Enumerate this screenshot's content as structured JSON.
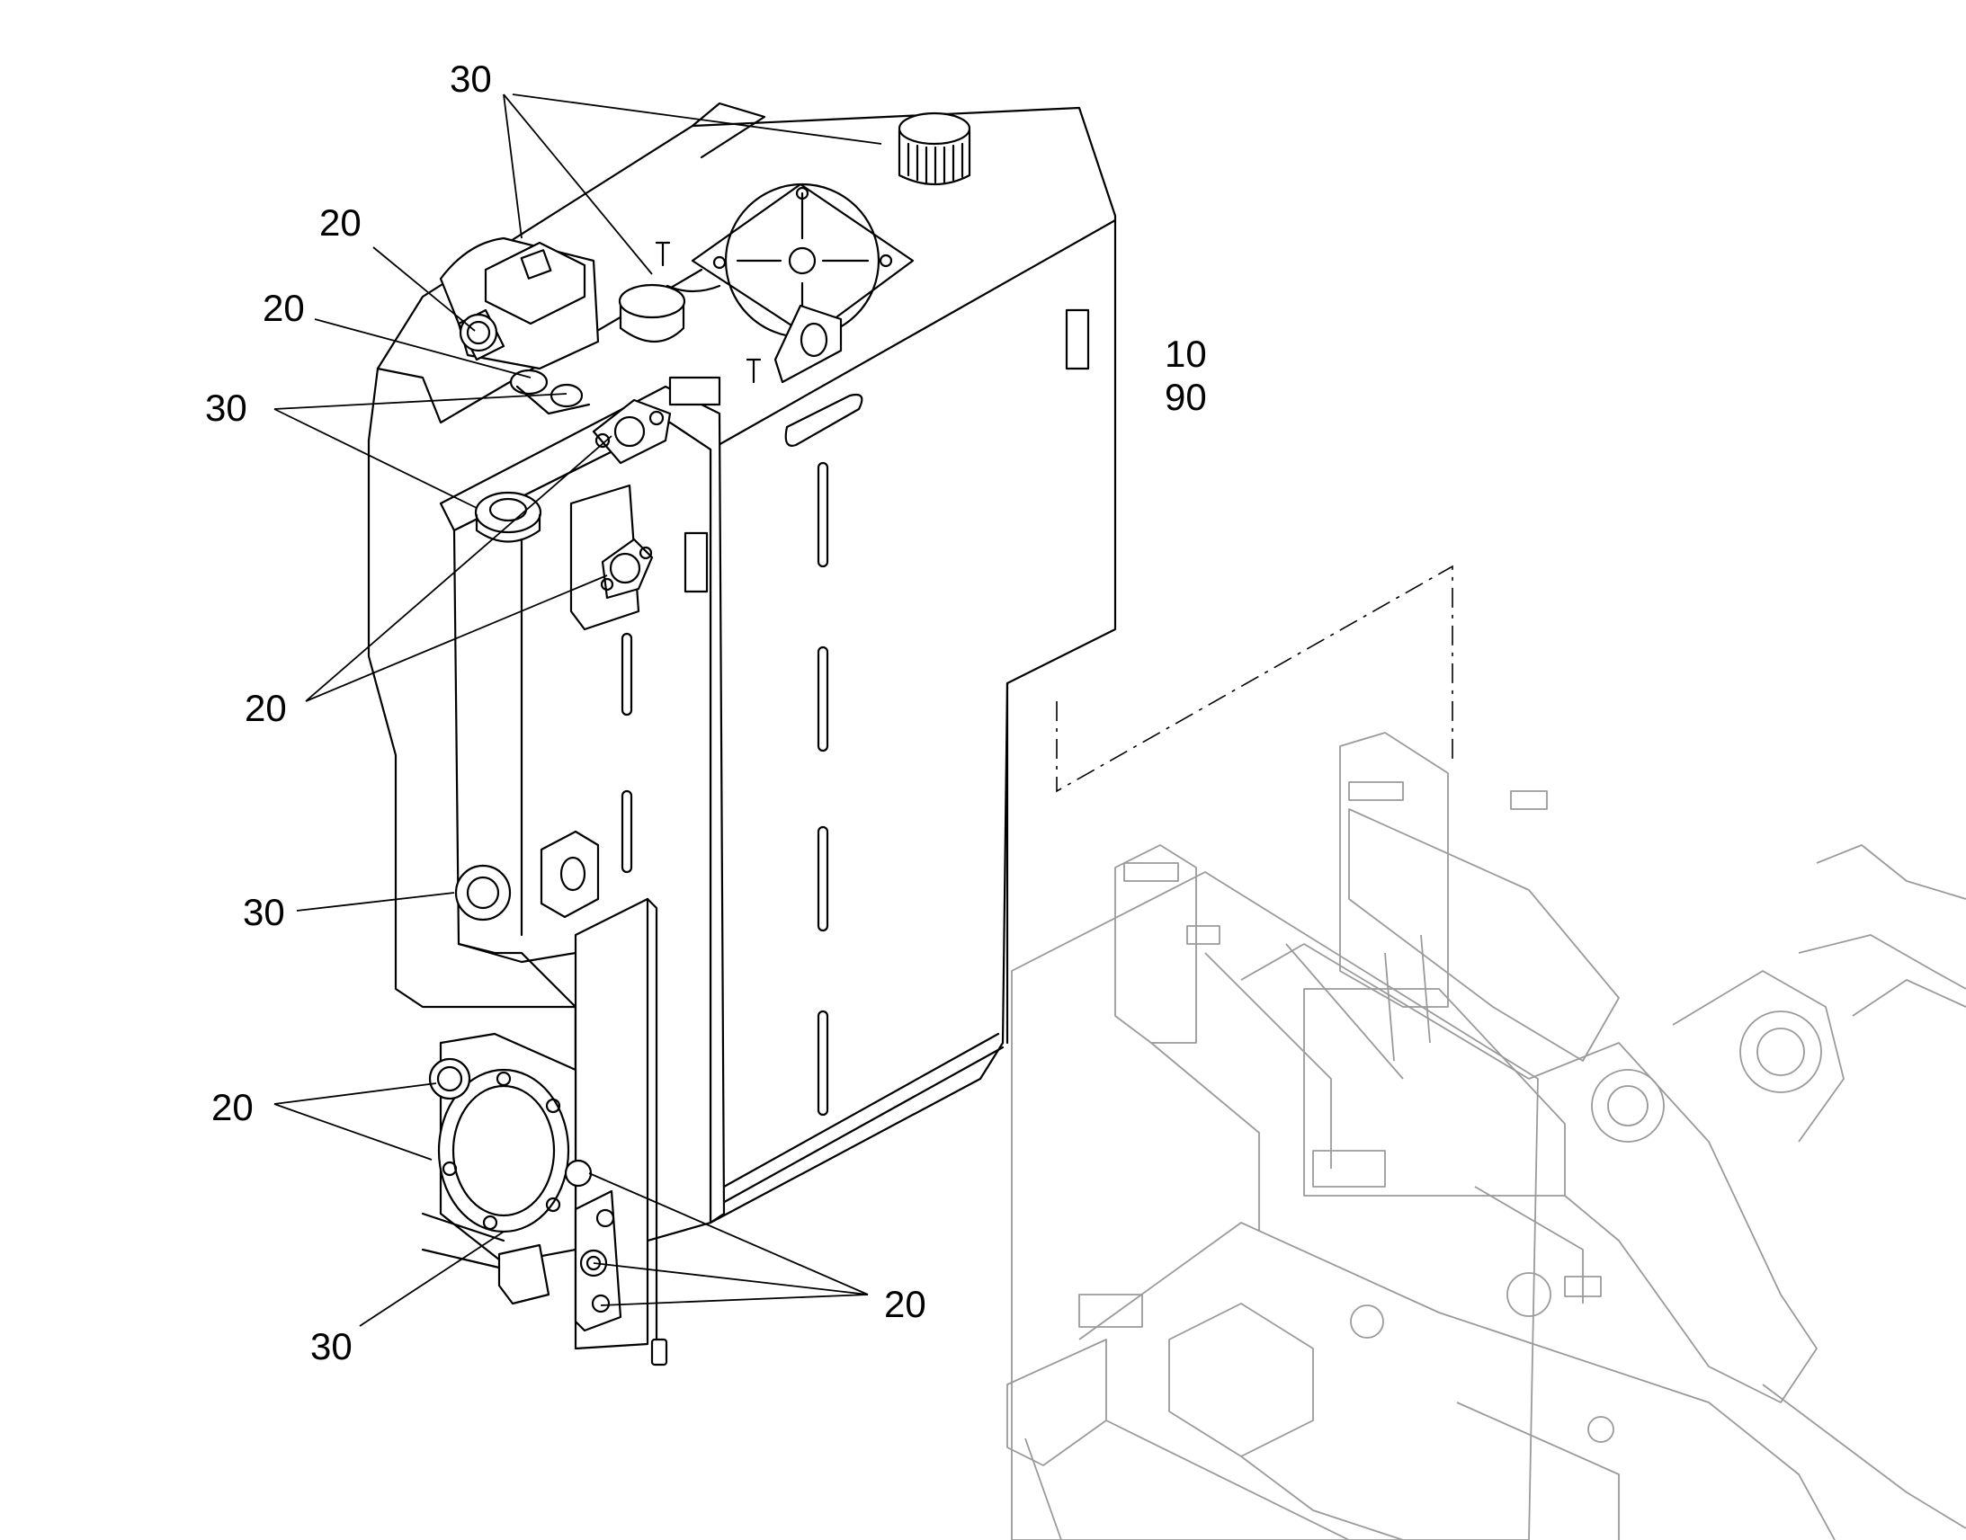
{
  "labels": {
    "top_30": "30",
    "upper_20_a": "20",
    "upper_20_b": "20",
    "left_30": "30",
    "right_10": "10",
    "right_90": "90",
    "mid_20": "20",
    "lower_30": "30",
    "lower_20_left": "20",
    "bottom_30": "30",
    "bottom_20_right": "20"
  }
}
